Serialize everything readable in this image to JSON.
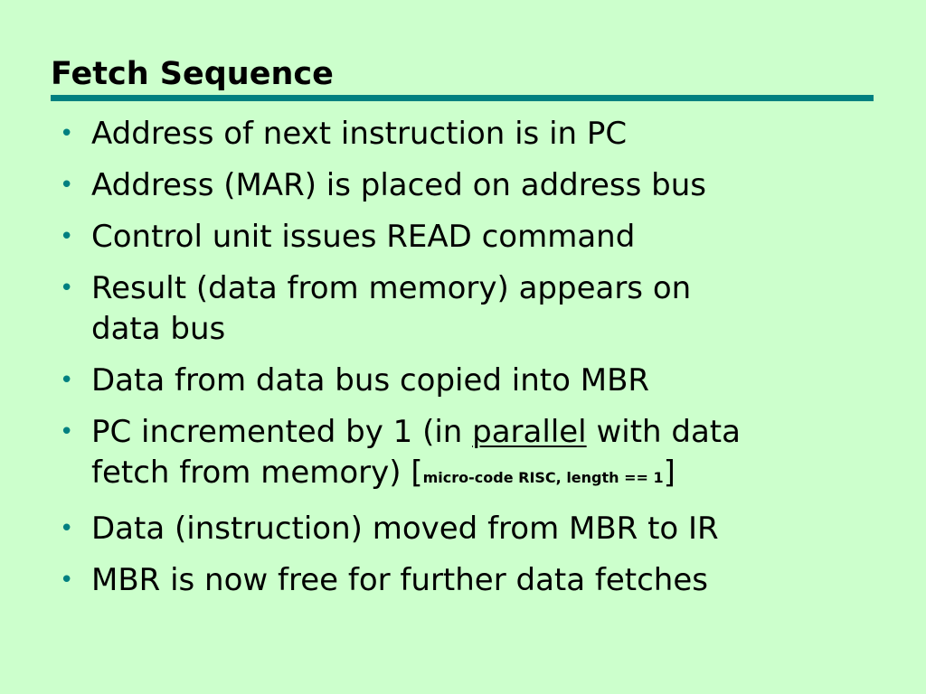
{
  "slide": {
    "title": "Fetch Sequence",
    "colors": {
      "background": "#ccffcc",
      "accent": "#008080",
      "text": "#000000"
    },
    "bullet_glyph": "•",
    "bullets": [
      {
        "line1": "Address of next instruction is in PC"
      },
      {
        "line1": "Address (MAR) is placed on address bus"
      },
      {
        "line1": "Control unit issues READ command"
      },
      {
        "line1": "Result (data from memory) appears on",
        "line2": "data bus"
      },
      {
        "line1": "Data from data bus copied into MBR"
      },
      {
        "line1_before": "PC incremented by 1 (in ",
        "line1_underlined": "parallel",
        "line1_after": " with data",
        "line2_before": "fetch from memory) [",
        "line2_small": "micro-code RISC, length == 1",
        "line2_after": "]"
      },
      {
        "line1": "Data (instruction) moved from MBR to IR"
      },
      {
        "line1": "MBR is now free for further data fetches"
      }
    ]
  }
}
